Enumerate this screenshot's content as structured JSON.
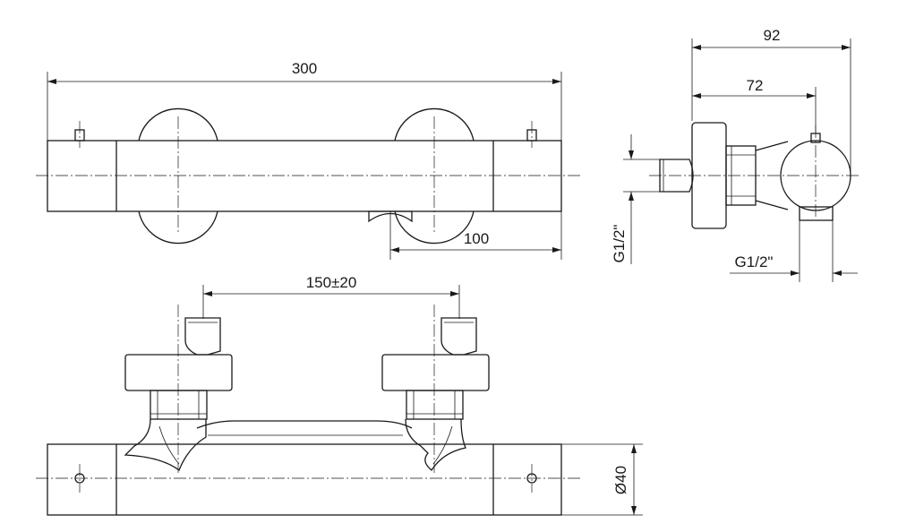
{
  "dimensions": {
    "top_width": "300",
    "outlet_offset": "100",
    "side_depth_total": "92",
    "side_depth_inner": "72",
    "side_thread_vertical": "G1/2\"",
    "side_thread_horizontal": "G1/2\"",
    "inlet_spacing": "150±20",
    "body_diameter": "Ø40"
  }
}
